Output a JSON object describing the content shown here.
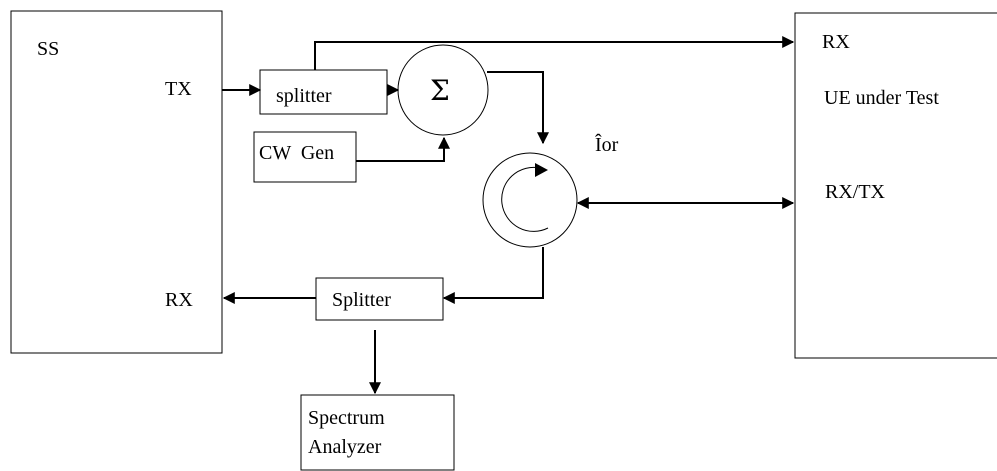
{
  "blocks": {
    "ss": {
      "name": "SS",
      "tx": "TX",
      "rx": "RX"
    },
    "splitter_top": "splitter",
    "splitter_bottom": "Splitter",
    "cw_gen": "CW  Gen",
    "combiner_symbol": "Σ",
    "ior_label": "Îor",
    "ue": {
      "rx": "RX",
      "name": "UE under Test",
      "rxtx": "RX/TX"
    },
    "spectrum_analyzer": {
      "line1": "Spectrum",
      "line2": "Analyzer"
    }
  }
}
